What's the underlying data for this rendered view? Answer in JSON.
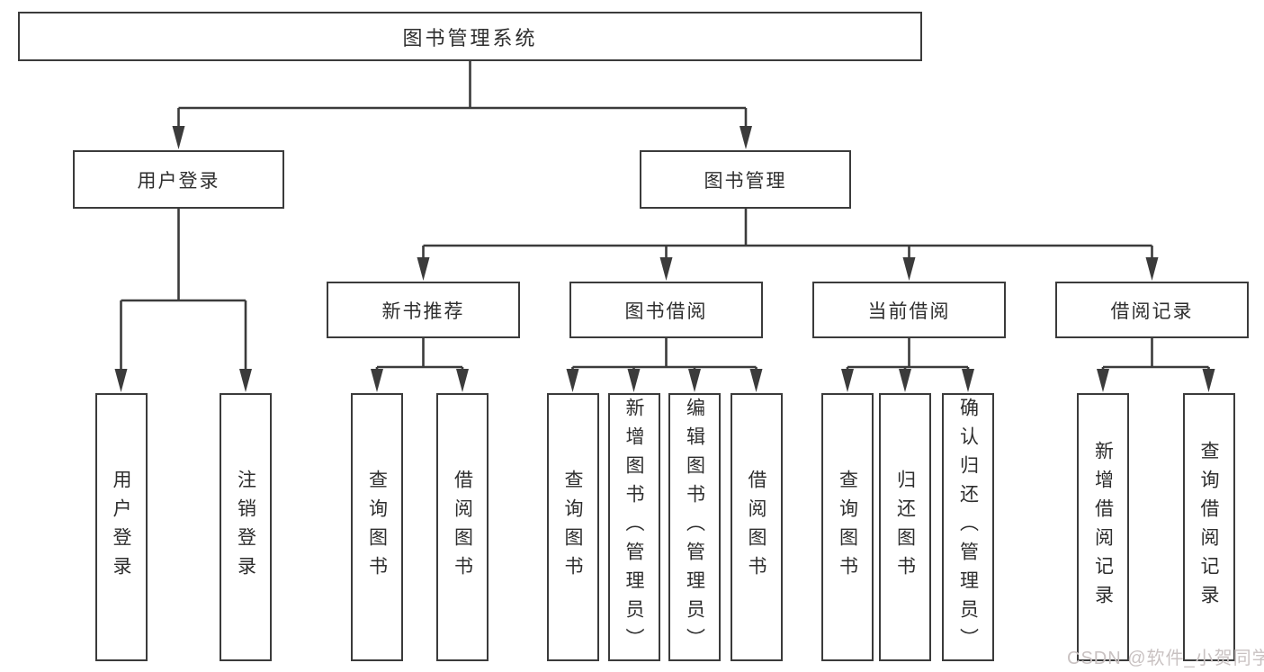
{
  "diagram": {
    "root": {
      "label": "图书管理系统"
    },
    "branches": [
      {
        "label": "用户登录",
        "children": [
          {
            "label": "用户登录"
          },
          {
            "label": "注销登录"
          }
        ]
      },
      {
        "label": "图书管理",
        "children": [
          {
            "label": "新书推荐",
            "children": [
              {
                "label": "查询图书"
              },
              {
                "label": "借阅图书"
              }
            ]
          },
          {
            "label": "图书借阅",
            "children": [
              {
                "label": "查询图书"
              },
              {
                "label": "新增图书（管理员）"
              },
              {
                "label": "编辑图书（管理员）"
              },
              {
                "label": "借阅图书"
              }
            ]
          },
          {
            "label": "当前借阅",
            "children": [
              {
                "label": "查询图书"
              },
              {
                "label": "归还图书"
              },
              {
                "label": "确认归还（管理员）"
              }
            ]
          },
          {
            "label": "借阅记录",
            "children": [
              {
                "label": "新增借阅记录"
              },
              {
                "label": "查询借阅记录"
              }
            ]
          }
        ]
      }
    ]
  },
  "watermark": {
    "text": "CSDN @软件_小贺同学"
  },
  "colors": {
    "line": "#3b3b3b",
    "text": "#2e2e2e",
    "node_background": "#ffffff",
    "watermark": "#c9c2c2",
    "background": "#ffffff"
  }
}
